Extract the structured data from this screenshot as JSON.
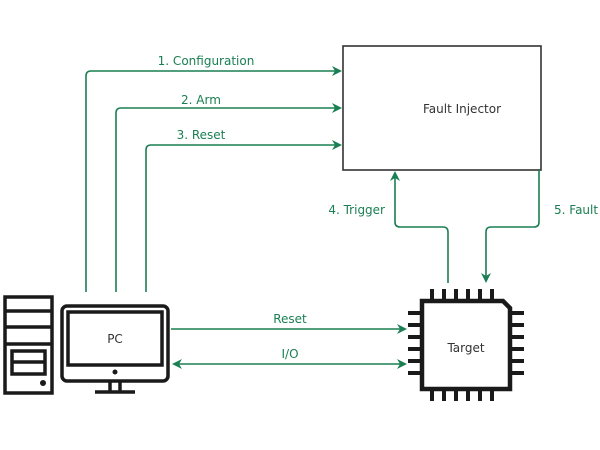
{
  "colors": {
    "arrow": "#1a7f52",
    "outline": "#1a1a1a",
    "box_border": "#333333",
    "text_dark": "#333333"
  },
  "nodes": {
    "fault_injector": {
      "label": "Fault Injector"
    },
    "pc": {
      "label": "PC"
    },
    "target": {
      "label": "Target"
    }
  },
  "edges": {
    "configuration": {
      "label": "1. Configuration",
      "from": "PC",
      "to": "Fault Injector"
    },
    "arm": {
      "label": "2. Arm",
      "from": "PC",
      "to": "Fault Injector"
    },
    "reset_fi": {
      "label": "3. Reset",
      "from": "PC",
      "to": "Fault Injector"
    },
    "trigger": {
      "label": "4. Trigger",
      "from": "Target",
      "to": "Fault Injector"
    },
    "fault": {
      "label": "5. Fault",
      "from": "Fault Injector",
      "to": "Target"
    },
    "reset_target": {
      "label": "Reset",
      "from": "PC",
      "to": "Target"
    },
    "io": {
      "label": "I/O",
      "from": "PC",
      "to": "Target",
      "bidirectional": true
    }
  }
}
